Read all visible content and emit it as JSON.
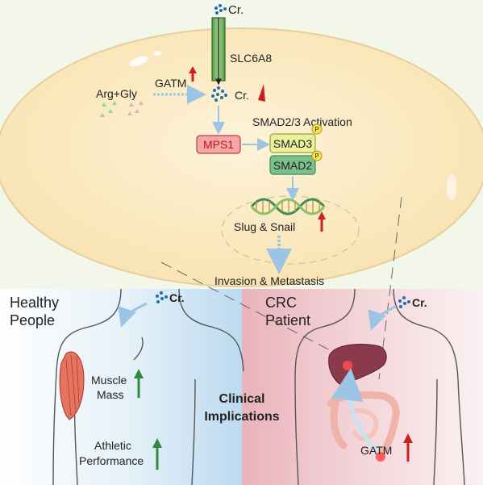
{
  "top": {
    "creatine_label": "Cr.",
    "transporter": "SLC6A8",
    "enzyme": "GATM",
    "substrates": "Arg+Gly",
    "intracellular_creatine": "Cr.",
    "pathway_title": "SMAD2/3 Activation",
    "kinase": "MPS1",
    "smad3": "SMAD3",
    "smad2": "SMAD2",
    "phospho_symbol": "P",
    "targets": "Slug & Snail",
    "outcome": "Invasion & Metastasis"
  },
  "bottom": {
    "healthy_title_line1": "Healthy",
    "healthy_title_line2": "People",
    "healthy_creatine": "Cr.",
    "muscle_line1": "Muscle",
    "muscle_line2": "Mass",
    "athletic_line1": "Athletic",
    "athletic_line2": "Performance",
    "center_line1": "Clinical",
    "center_line2": "Implications",
    "crc_title_line1": "CRC",
    "crc_title_line2": "Patient",
    "crc_creatine": "Cr.",
    "crc_enzyme": "GATM"
  },
  "colors": {
    "up_red": "#cc1f1f",
    "up_green": "#2e8b3c",
    "healthy_bg": "#dcecf6",
    "crc_bg": "#f3d3d6",
    "cell_fill": "#fbecc7",
    "top_bg": "#f2f6e8"
  },
  "icons": [
    "creatine-dots-icon",
    "up-arrow-icon",
    "phospho-icon",
    "dna-helix-icon",
    "muscle-icon",
    "liver-icon",
    "intestine-icon"
  ]
}
